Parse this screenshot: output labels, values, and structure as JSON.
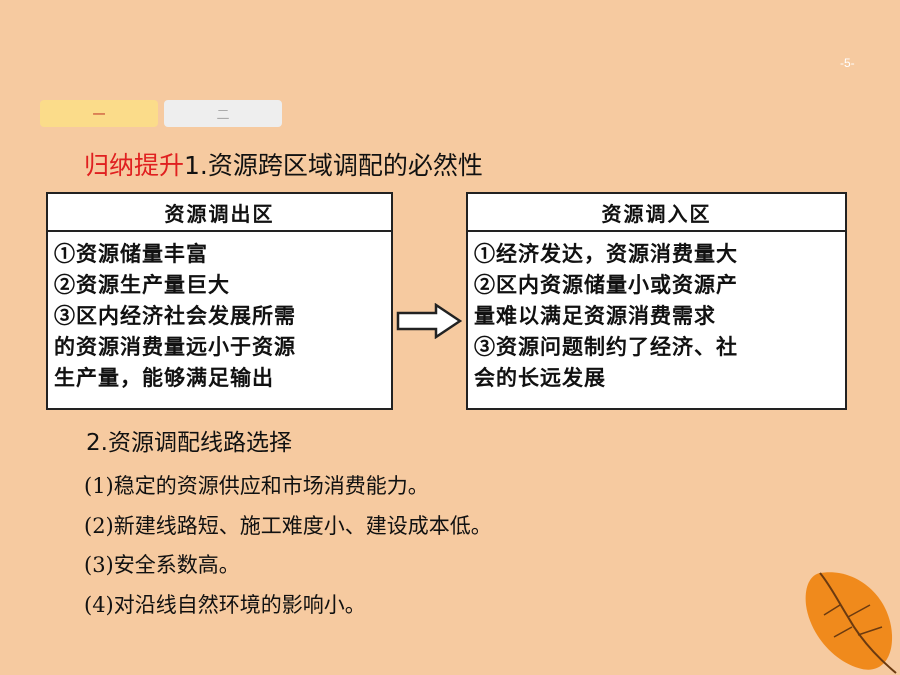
{
  "page_number": "-5-",
  "tabs": [
    "一",
    "二"
  ],
  "section": {
    "tag": "归纳提升",
    "title": "1.资源跨区域调配的必然性"
  },
  "left_box": {
    "title": "资源调出区",
    "lines": [
      "①资源储量丰富",
      "②资源生产量巨大",
      "③区内经济社会发展所需",
      "的资源消费量远小于资源",
      "生产量，能够满足输出"
    ]
  },
  "right_box": {
    "title": "资源调入区",
    "lines": [
      "①经济发达，资源消费量大",
      "②区内资源储量小或资源产",
      "量难以满足资源消费需求",
      "③资源问题制约了经济、社",
      "会的长远发展"
    ]
  },
  "route": {
    "title": "2.资源调配线路选择",
    "items": [
      "(1)稳定的资源供应和市场消费能力。",
      "(2)新建线路短、施工难度小、建设成本低。",
      "(3)安全系数高。",
      "(4)对沿线自然环境的影响小。"
    ]
  },
  "colors": {
    "background": "#f6caa0",
    "tag_red": "#e02020",
    "tab_active": "#fbdc8a"
  }
}
